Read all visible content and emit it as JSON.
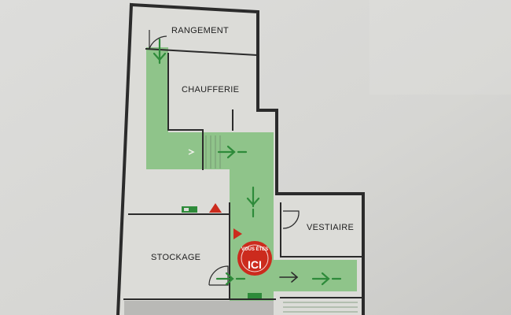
{
  "plan": {
    "rooms": [
      {
        "key": "rangement",
        "label": "RANGEMENT"
      },
      {
        "key": "chaufferie",
        "label": "CHAUFFERIE"
      },
      {
        "key": "vestiaire",
        "label": "VESTIAIRE"
      },
      {
        "key": "stockage",
        "label": "STOCKAGE"
      }
    ],
    "you_are_here": {
      "arc_text": "VOUS ÊTES",
      "main_text": "ICI"
    },
    "colors": {
      "wall": "#2b2b2b",
      "floor": "#dcdcd8",
      "escape_path": "#8fc48a",
      "arrow": "#2e8b3a",
      "warning": "#cc2b1d",
      "badge": "#cc2b1d",
      "paper": "#e9e9e6"
    }
  }
}
